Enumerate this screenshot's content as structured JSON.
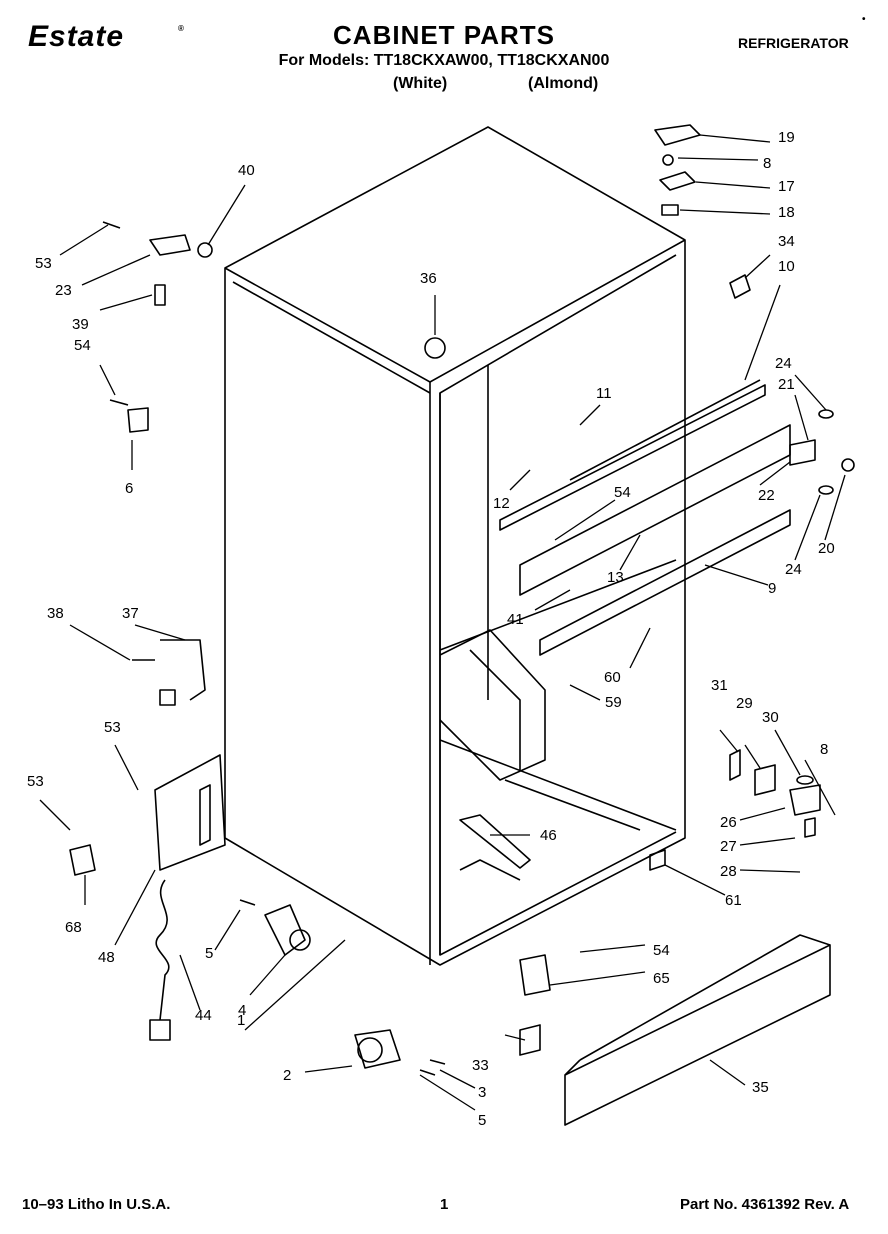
{
  "header": {
    "brand": "Estate",
    "trademark": "®",
    "title": "CABINET PARTS",
    "models": "For Models: TT18CKXAW00, TT18CKXAN00",
    "variant_white": "(White)",
    "variant_almond": "(Almond)",
    "category": "REFRIGERATOR",
    "corner_mark": "•"
  },
  "footer": {
    "litho": "10–93 Litho In U.S.A.",
    "page": "1",
    "part_number": "Part No. 4361392  Rev. A"
  },
  "callouts": [
    "1",
    "2",
    "3",
    "4",
    "5",
    "6",
    "8",
    "9",
    "10",
    "11",
    "12",
    "13",
    "17",
    "18",
    "19",
    "20",
    "21",
    "22",
    "23",
    "24",
    "26",
    "27",
    "28",
    "29",
    "30",
    "31",
    "33",
    "34",
    "35",
    "36",
    "37",
    "38",
    "39",
    "40",
    "41",
    "44",
    "46",
    "48",
    "53",
    "54",
    "59",
    "60",
    "61",
    "65",
    "68"
  ]
}
